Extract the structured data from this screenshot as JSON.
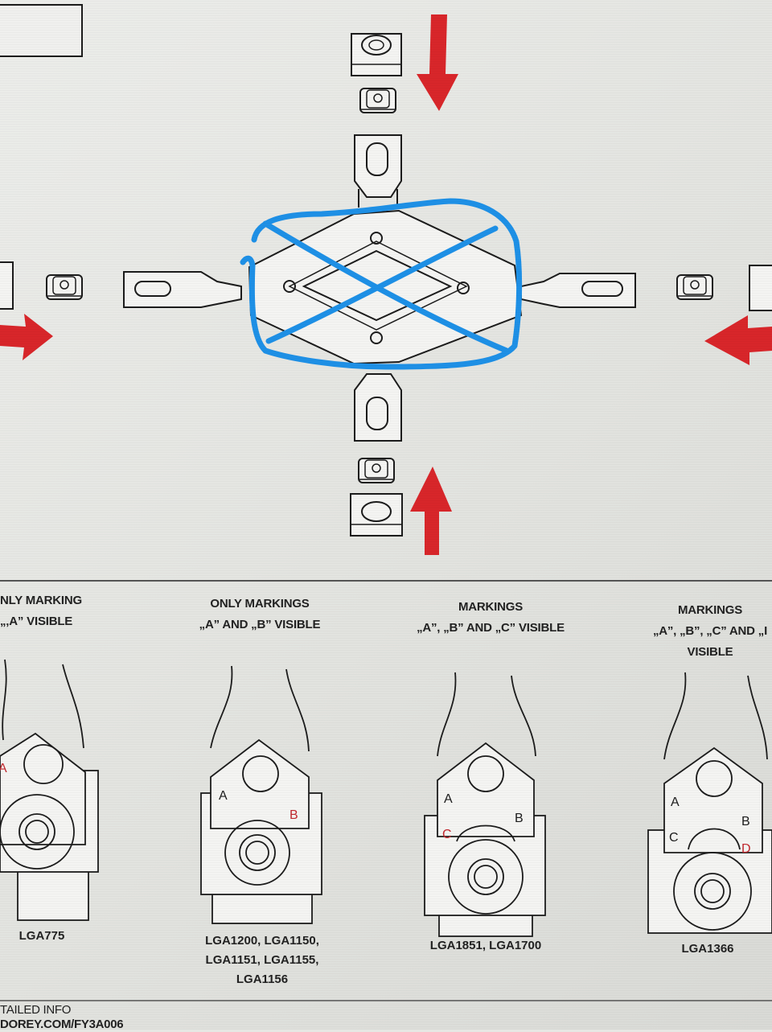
{
  "captions": {
    "marking_a": [
      "NLY MARKING",
      "„‚A” VISIBLE"
    ],
    "marking_ab": [
      "ONLY MARKINGS",
      "„A” AND „B” VISIBLE"
    ],
    "marking_abc": [
      "MARKINGS",
      "„A”, „B” AND „C” VISIBLE"
    ],
    "marking_abcd": [
      "MARKINGS",
      "„A”, „B”, „C” AND „I",
      "VISIBLE"
    ]
  },
  "sockets": {
    "panel1": [
      "LGA775"
    ],
    "panel2": [
      "LGA1200, LGA1150,",
      "LGA1151, LGA1155,",
      "LGA1156"
    ],
    "panel3": [
      "LGA1851, LGA1700"
    ],
    "panel4": [
      "LGA1366"
    ]
  },
  "marks": {
    "a": "A",
    "b": "B",
    "c": "C",
    "d": "D"
  },
  "footer": {
    "line1": "TAILED INFO",
    "line2": "DOREY.COM/FY3A006"
  },
  "colors": {
    "arrow_red": "#d8262a",
    "annotation_blue": "#1e90e6",
    "ink": "#1c1c1c",
    "paper": "#e6e7e3"
  },
  "icons": [
    "arrow-down-icon",
    "arrow-up-icon",
    "arrow-left-icon",
    "arrow-right-icon",
    "cross-out-annotation"
  ]
}
